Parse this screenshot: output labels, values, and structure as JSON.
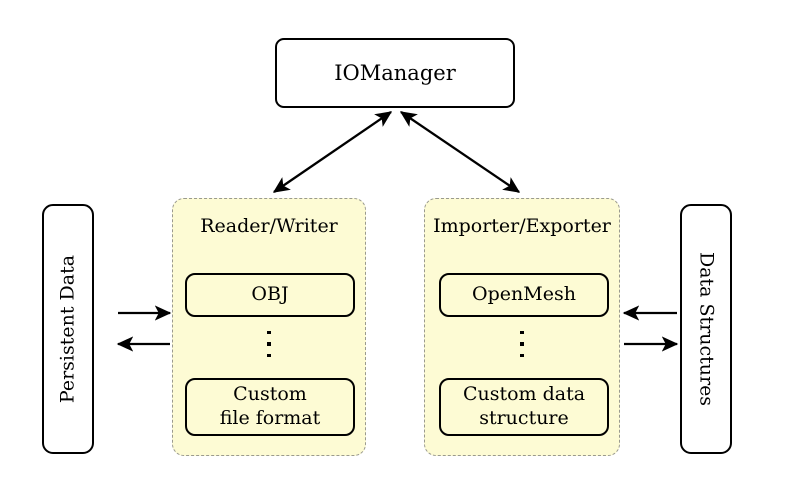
{
  "diagram": {
    "title_node": {
      "label": "IOManager"
    },
    "left_side_node": {
      "label": "Persistent Data",
      "orientation": "vertical-ccw"
    },
    "right_side_node": {
      "label": "Data Structures",
      "orientation": "vertical-cw"
    },
    "groups": [
      {
        "id": "reader-writer",
        "title": "Reader/Writer",
        "items": [
          {
            "label": "OBJ"
          },
          {
            "label": "Custom\nfile format",
            "line1": "Custom",
            "line2": "file format"
          }
        ],
        "ellipsis": "⋮"
      },
      {
        "id": "importer-exporter",
        "title": "Importer/Exporter",
        "items": [
          {
            "label": "OpenMesh"
          },
          {
            "label": "Custom data\nstructure",
            "line1": "Custom data",
            "line2": "structure"
          }
        ],
        "ellipsis": "⋮"
      }
    ],
    "connectors": [
      {
        "name": "iomanager-to-readerwriter",
        "style": "double-headed-diagonal"
      },
      {
        "name": "iomanager-to-importerexporter",
        "style": "double-headed-diagonal"
      },
      {
        "name": "persistentdata-to-readerwriter",
        "style": "single-headed-right"
      },
      {
        "name": "readerwriter-to-persistentdata",
        "style": "single-headed-left"
      },
      {
        "name": "datastructures-to-importerexporter",
        "style": "single-headed-left"
      },
      {
        "name": "importerexporter-to-datastructures",
        "style": "single-headed-right"
      }
    ],
    "colors": {
      "panel_fill": "#fdfbd4",
      "panel_border": "#9a9a8f",
      "node_stroke": "#000000",
      "background": "#ffffff"
    }
  }
}
